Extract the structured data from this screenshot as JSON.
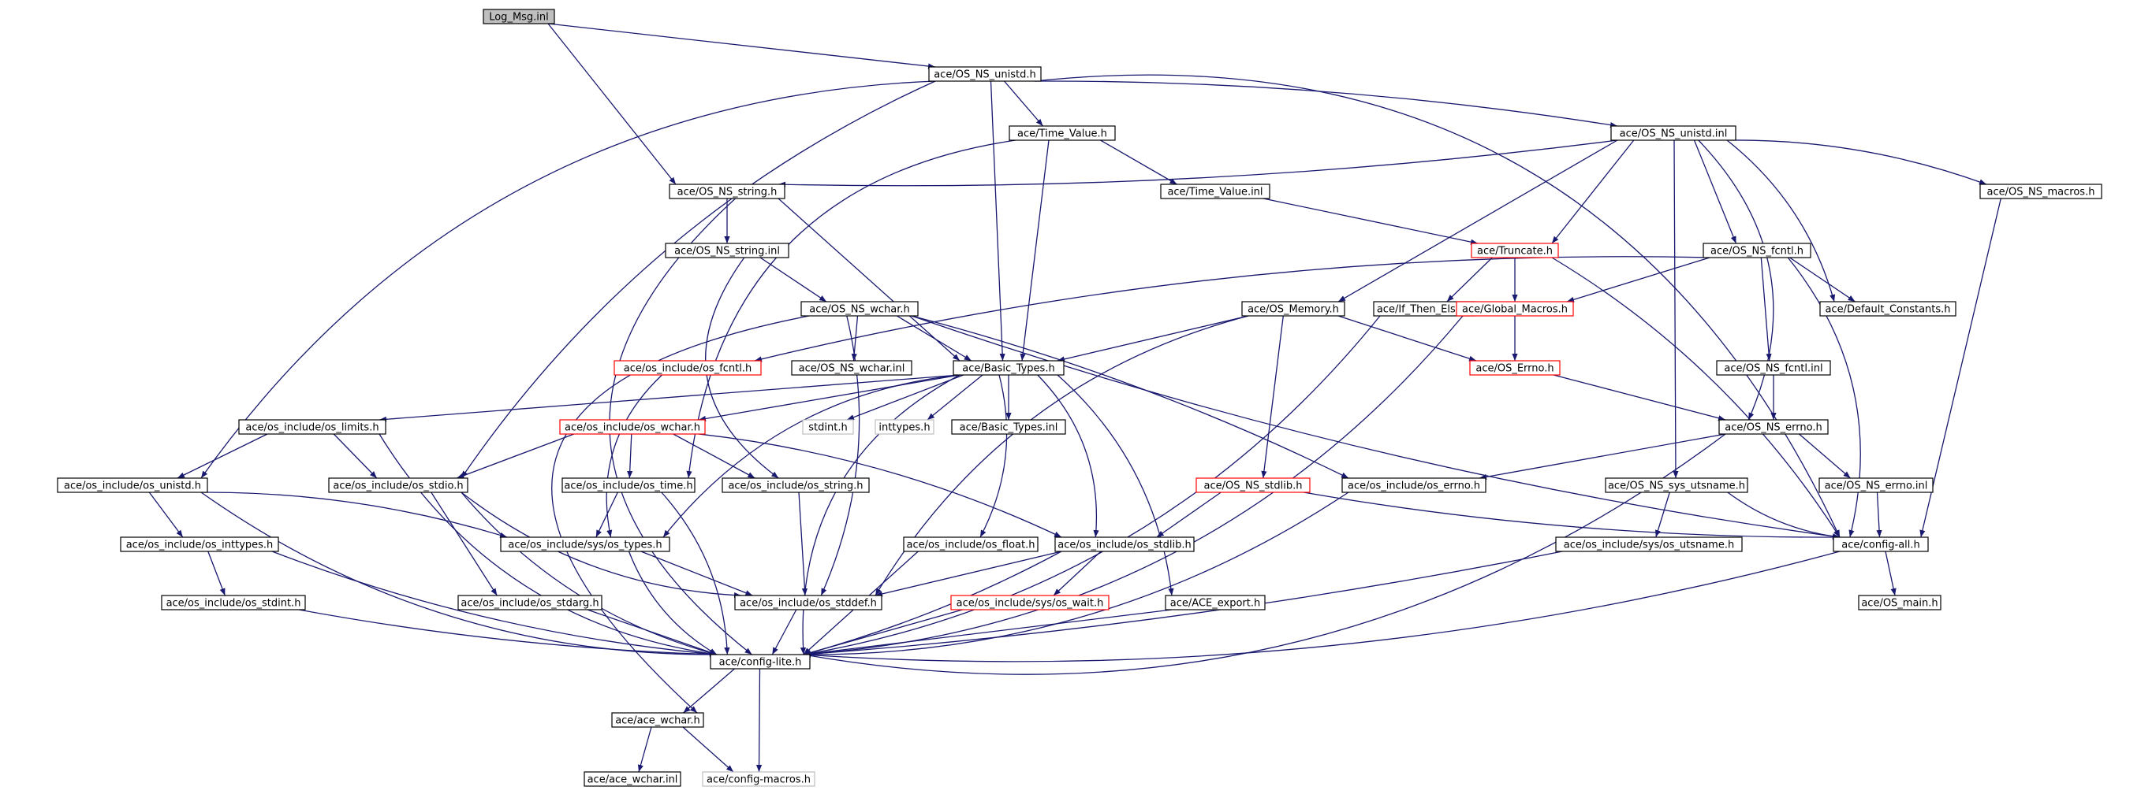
{
  "colors": {
    "edge": "#191970",
    "default_border": "#000000",
    "truncated_border": "#ff0000",
    "external_border": "#bfbfbf",
    "root_fill": "#bfbfbf",
    "node_fill": "#ffffff"
  },
  "nodes": [
    {
      "id": "log_msg_inl",
      "label": "Log_Msg.inl",
      "style": "root"
    },
    {
      "id": "os_ns_unistd_h",
      "label": "ace/OS_NS_unistd.h",
      "style": "default"
    },
    {
      "id": "time_value_h",
      "label": "ace/Time_Value.h",
      "style": "default"
    },
    {
      "id": "os_ns_unistd_inl",
      "label": "ace/OS_NS_unistd.inl",
      "style": "default"
    },
    {
      "id": "os_ns_string_h",
      "label": "ace/OS_NS_string.h",
      "style": "default"
    },
    {
      "id": "time_value_inl",
      "label": "ace/Time_Value.inl",
      "style": "default"
    },
    {
      "id": "os_ns_macros_h",
      "label": "ace/OS_NS_macros.h",
      "style": "default"
    },
    {
      "id": "os_ns_string_inl",
      "label": "ace/OS_NS_string.inl",
      "style": "default"
    },
    {
      "id": "truncate_h",
      "label": "ace/Truncate.h",
      "style": "truncated"
    },
    {
      "id": "os_ns_fcntl_h",
      "label": "ace/OS_NS_fcntl.h",
      "style": "default"
    },
    {
      "id": "os_ns_wchar_h",
      "label": "ace/OS_NS_wchar.h",
      "style": "default"
    },
    {
      "id": "os_memory_h",
      "label": "ace/OS_Memory.h",
      "style": "default"
    },
    {
      "id": "if_then_else_h",
      "label": "ace/If_Then_Else.h",
      "style": "default"
    },
    {
      "id": "global_macros_h",
      "label": "ace/Global_Macros.h",
      "style": "truncated"
    },
    {
      "id": "default_constants_h",
      "label": "ace/Default_Constants.h",
      "style": "default"
    },
    {
      "id": "os_include_os_fcntl_h",
      "label": "ace/os_include/os_fcntl.h",
      "style": "truncated"
    },
    {
      "id": "os_ns_wchar_inl",
      "label": "ace/OS_NS_wchar.inl",
      "style": "default"
    },
    {
      "id": "basic_types_h",
      "label": "ace/Basic_Types.h",
      "style": "default"
    },
    {
      "id": "os_errno_h",
      "label": "ace/OS_Errno.h",
      "style": "truncated"
    },
    {
      "id": "os_ns_fcntl_inl",
      "label": "ace/OS_NS_fcntl.inl",
      "style": "default"
    },
    {
      "id": "os_include_os_limits_h",
      "label": "ace/os_include/os_limits.h",
      "style": "default"
    },
    {
      "id": "os_include_os_wchar_h",
      "label": "ace/os_include/os_wchar.h",
      "style": "truncated"
    },
    {
      "id": "stdint_h",
      "label": "stdint.h",
      "style": "external"
    },
    {
      "id": "inttypes_h",
      "label": "inttypes.h",
      "style": "external"
    },
    {
      "id": "basic_types_inl",
      "label": "ace/Basic_Types.inl",
      "style": "default"
    },
    {
      "id": "os_ns_errno_h",
      "label": "ace/OS_NS_errno.h",
      "style": "default"
    },
    {
      "id": "os_include_os_unistd_h",
      "label": "ace/os_include/os_unistd.h",
      "style": "default"
    },
    {
      "id": "os_include_os_stdio_h",
      "label": "ace/os_include/os_stdio.h",
      "style": "default"
    },
    {
      "id": "os_include_os_time_h",
      "label": "ace/os_include/os_time.h",
      "style": "default"
    },
    {
      "id": "os_include_os_string_h",
      "label": "ace/os_include/os_string.h",
      "style": "default"
    },
    {
      "id": "os_ns_stdlib_h",
      "label": "ace/OS_NS_stdlib.h",
      "style": "truncated"
    },
    {
      "id": "os_include_os_errno_h",
      "label": "ace/os_include/os_errno.h",
      "style": "default"
    },
    {
      "id": "os_ns_sys_utsname_h",
      "label": "ace/OS_NS_sys_utsname.h",
      "style": "default"
    },
    {
      "id": "os_ns_errno_inl",
      "label": "ace/OS_NS_errno.inl",
      "style": "default"
    },
    {
      "id": "os_include_os_inttypes_h",
      "label": "ace/os_include/os_inttypes.h",
      "style": "default"
    },
    {
      "id": "os_include_sys_os_types_h",
      "label": "ace/os_include/sys/os_types.h",
      "style": "default"
    },
    {
      "id": "os_include_os_float_h",
      "label": "ace/os_include/os_float.h",
      "style": "default"
    },
    {
      "id": "os_include_os_stdlib_h",
      "label": "ace/os_include/os_stdlib.h",
      "style": "default"
    },
    {
      "id": "os_include_sys_os_utsname_h",
      "label": "ace/os_include/sys/os_utsname.h",
      "style": "default"
    },
    {
      "id": "config_all_h",
      "label": "ace/config-all.h",
      "style": "default"
    },
    {
      "id": "os_include_os_stdint_h",
      "label": "ace/os_include/os_stdint.h",
      "style": "default"
    },
    {
      "id": "os_include_os_stdarg_h",
      "label": "ace/os_include/os_stdarg.h",
      "style": "default"
    },
    {
      "id": "os_include_os_stddef_h",
      "label": "ace/os_include/os_stddef.h",
      "style": "default"
    },
    {
      "id": "os_include_sys_os_wait_h",
      "label": "ace/os_include/sys/os_wait.h",
      "style": "truncated"
    },
    {
      "id": "ace_export_h",
      "label": "ace/ACE_export.h",
      "style": "default"
    },
    {
      "id": "os_main_h",
      "label": "ace/OS_main.h",
      "style": "default"
    },
    {
      "id": "config_lite_h",
      "label": "ace/config-lite.h",
      "style": "default"
    },
    {
      "id": "ace_wchar_h",
      "label": "ace/ace_wchar.h",
      "style": "default"
    },
    {
      "id": "ace_wchar_inl",
      "label": "ace/ace_wchar.inl",
      "style": "default"
    },
    {
      "id": "config_macros_h",
      "label": "ace/config-macros.h",
      "style": "external"
    }
  ],
  "edges": [
    [
      "log_msg_inl",
      "os_ns_unistd_h"
    ],
    [
      "log_msg_inl",
      "os_ns_string_h"
    ],
    [
      "os_ns_unistd_h",
      "time_value_h"
    ],
    [
      "os_ns_unistd_h",
      "os_ns_unistd_inl"
    ],
    [
      "os_ns_unistd_h",
      "config_all_h"
    ],
    [
      "os_ns_unistd_h",
      "os_include_os_unistd_h"
    ],
    [
      "os_ns_unistd_h",
      "os_include_os_stdio_h"
    ],
    [
      "os_ns_unistd_h",
      "basic_types_h"
    ],
    [
      "time_value_h",
      "time_value_inl"
    ],
    [
      "time_value_h",
      "basic_types_h"
    ],
    [
      "time_value_h",
      "os_include_os_time_h"
    ],
    [
      "os_ns_unistd_inl",
      "os_ns_string_h"
    ],
    [
      "os_ns_unistd_inl",
      "os_ns_macros_h"
    ],
    [
      "os_ns_unistd_inl",
      "truncate_h"
    ],
    [
      "os_ns_unistd_inl",
      "os_ns_fcntl_h"
    ],
    [
      "os_ns_unistd_inl",
      "os_memory_h"
    ],
    [
      "os_ns_unistd_inl",
      "default_constants_h"
    ],
    [
      "os_ns_unistd_inl",
      "os_ns_sys_utsname_h"
    ],
    [
      "os_ns_unistd_inl",
      "os_ns_errno_h"
    ],
    [
      "os_ns_string_h",
      "os_ns_string_inl"
    ],
    [
      "os_ns_string_h",
      "basic_types_h"
    ],
    [
      "os_ns_string_h",
      "config_lite_h"
    ],
    [
      "time_value_inl",
      "truncate_h"
    ],
    [
      "os_ns_macros_h",
      "config_all_h"
    ],
    [
      "os_ns_string_inl",
      "os_ns_wchar_h"
    ],
    [
      "os_ns_string_inl",
      "os_include_os_string_h"
    ],
    [
      "truncate_h",
      "if_then_else_h"
    ],
    [
      "truncate_h",
      "global_macros_h"
    ],
    [
      "truncate_h",
      "config_all_h"
    ],
    [
      "os_ns_fcntl_h",
      "os_include_os_fcntl_h"
    ],
    [
      "os_ns_fcntl_h",
      "global_macros_h"
    ],
    [
      "os_ns_fcntl_h",
      "default_constants_h"
    ],
    [
      "os_ns_fcntl_h",
      "os_ns_fcntl_inl"
    ],
    [
      "os_ns_fcntl_h",
      "config_all_h"
    ],
    [
      "os_ns_wchar_h",
      "os_ns_wchar_inl"
    ],
    [
      "os_ns_wchar_h",
      "basic_types_h"
    ],
    [
      "os_ns_wchar_h",
      "os_include_os_stddef_h"
    ],
    [
      "os_ns_wchar_h",
      "os_include_os_errno_h"
    ],
    [
      "os_ns_wchar_h",
      "config_all_h"
    ],
    [
      "os_ns_wchar_h",
      "ace_wchar_h"
    ],
    [
      "os_memory_h",
      "basic_types_h"
    ],
    [
      "os_memory_h",
      "os_errno_h"
    ],
    [
      "os_memory_h",
      "os_ns_stdlib_h"
    ],
    [
      "os_memory_h",
      "os_include_os_stddef_h"
    ],
    [
      "if_then_else_h",
      "config_lite_h"
    ],
    [
      "global_macros_h",
      "os_errno_h"
    ],
    [
      "global_macros_h",
      "config_lite_h"
    ],
    [
      "os_include_os_fcntl_h",
      "os_include_sys_os_types_h"
    ],
    [
      "basic_types_h",
      "os_include_os_limits_h"
    ],
    [
      "basic_types_h",
      "os_include_os_wchar_h"
    ],
    [
      "basic_types_h",
      "stdint_h"
    ],
    [
      "basic_types_h",
      "inttypes_h"
    ],
    [
      "basic_types_h",
      "basic_types_inl"
    ],
    [
      "basic_types_h",
      "os_include_os_float_h"
    ],
    [
      "basic_types_h",
      "os_include_os_stdlib_h"
    ],
    [
      "basic_types_h",
      "ace_export_h"
    ],
    [
      "basic_types_h",
      "os_include_sys_os_types_h"
    ],
    [
      "basic_types_h",
      "config_lite_h"
    ],
    [
      "os_errno_h",
      "os_ns_errno_h"
    ],
    [
      "os_ns_fcntl_inl",
      "os_ns_errno_h"
    ],
    [
      "os_include_os_limits_h",
      "os_include_os_unistd_h"
    ],
    [
      "os_include_os_limits_h",
      "os_include_os_stdio_h"
    ],
    [
      "os_include_os_limits_h",
      "config_lite_h"
    ],
    [
      "os_include_os_wchar_h",
      "os_include_os_stdio_h"
    ],
    [
      "os_include_os_wchar_h",
      "os_include_os_time_h"
    ],
    [
      "os_include_os_wchar_h",
      "os_include_os_string_h"
    ],
    [
      "os_include_os_wchar_h",
      "os_include_os_stdlib_h"
    ],
    [
      "os_ns_errno_h",
      "os_include_os_errno_h"
    ],
    [
      "os_ns_errno_h",
      "os_ns_errno_inl"
    ],
    [
      "os_ns_errno_h",
      "config_lite_h"
    ],
    [
      "os_include_os_unistd_h",
      "os_include_os_inttypes_h"
    ],
    [
      "os_include_os_unistd_h",
      "os_include_sys_os_types_h"
    ],
    [
      "os_include_os_unistd_h",
      "config_lite_h"
    ],
    [
      "os_include_os_stdio_h",
      "os_include_os_stdarg_h"
    ],
    [
      "os_include_os_stdio_h",
      "os_include_os_stddef_h"
    ],
    [
      "os_include_os_stdio_h",
      "config_lite_h"
    ],
    [
      "os_include_os_time_h",
      "os_include_sys_os_types_h"
    ],
    [
      "os_include_os_time_h",
      "config_lite_h"
    ],
    [
      "os_include_os_string_h",
      "os_include_os_stddef_h"
    ],
    [
      "os_ns_stdlib_h",
      "os_include_os_stdlib_h"
    ],
    [
      "os_ns_stdlib_h",
      "config_all_h"
    ],
    [
      "os_include_os_errno_h",
      "config_lite_h"
    ],
    [
      "os_ns_sys_utsname_h",
      "os_include_sys_os_utsname_h"
    ],
    [
      "os_ns_sys_utsname_h",
      "config_all_h"
    ],
    [
      "os_ns_errno_inl",
      "config_all_h"
    ],
    [
      "os_include_os_inttypes_h",
      "os_include_os_stdint_h"
    ],
    [
      "os_include_os_inttypes_h",
      "config_lite_h"
    ],
    [
      "os_include_sys_os_types_h",
      "os_include_os_stddef_h"
    ],
    [
      "os_include_sys_os_types_h",
      "config_lite_h"
    ],
    [
      "os_include_os_float_h",
      "config_lite_h"
    ],
    [
      "os_include_os_stdlib_h",
      "os_include_os_stddef_h"
    ],
    [
      "os_include_os_stdlib_h",
      "os_include_sys_os_wait_h"
    ],
    [
      "os_include_os_stdlib_h",
      "config_lite_h"
    ],
    [
      "os_include_sys_os_utsname_h",
      "config_lite_h"
    ],
    [
      "config_all_h",
      "os_main_h"
    ],
    [
      "config_all_h",
      "config_lite_h"
    ],
    [
      "os_include_os_stdint_h",
      "config_lite_h"
    ],
    [
      "os_include_os_stdarg_h",
      "config_lite_h"
    ],
    [
      "os_include_os_stddef_h",
      "config_lite_h"
    ],
    [
      "os_include_sys_os_wait_h",
      "config_lite_h"
    ],
    [
      "ace_export_h",
      "config_lite_h"
    ],
    [
      "config_lite_h",
      "ace_wchar_h"
    ],
    [
      "config_lite_h",
      "config_macros_h"
    ],
    [
      "ace_wchar_h",
      "ace_wchar_inl"
    ],
    [
      "ace_wchar_h",
      "config_macros_h"
    ]
  ]
}
